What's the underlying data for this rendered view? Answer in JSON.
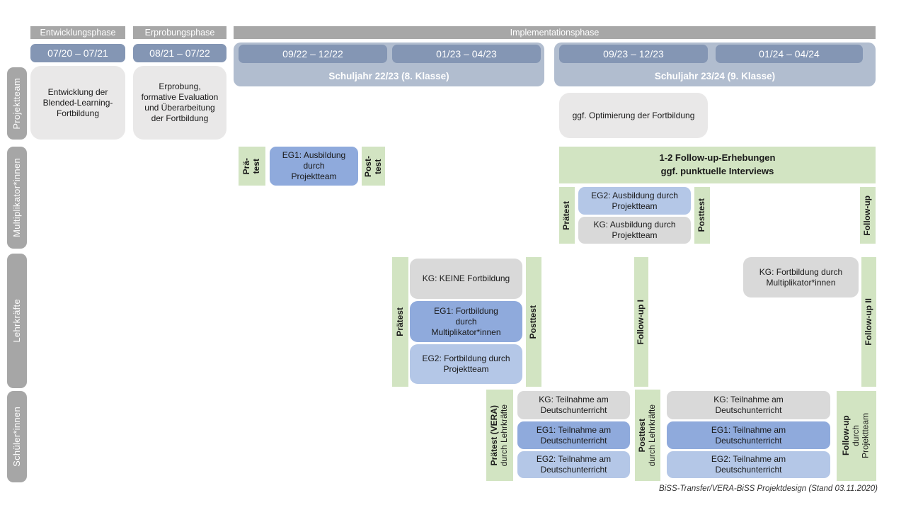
{
  "caption": "BiSS-Transfer/VERA-BiSS Projektdesign (Stand 03.11.2020)",
  "colors": {
    "phase_header": "#a7a7a7",
    "date_bar": "#8496b4",
    "school_year": "#b1bdcf",
    "sidebar": "#a6a6a6",
    "box_light": "#e9e8e8",
    "kg": "#d9d9d9",
    "eg1": "#8faadc",
    "eg2": "#b4c7e7",
    "green": "#d2e4c2",
    "text": "#1a1a1a"
  },
  "phases": {
    "development": "Entwicklungsphase",
    "testing": "Erprobungsphase",
    "implementation": "Implementationsphase"
  },
  "periods": {
    "p1": "07/20 – 07/21",
    "p2": "08/21 – 07/22",
    "p3": "09/22 – 12/22",
    "p4": "01/23 – 04/23",
    "p5": "09/23 – 12/23",
    "p6": "01/24 – 04/24"
  },
  "school_years": {
    "y1": "Schuljahr 22/23 (8. Klasse)",
    "y2": "Schuljahr 23/24 (9. Klasse)"
  },
  "row_labels": {
    "projektteam": "Projektteam",
    "multiplikatoren": "Multiplikator*innen",
    "lehrkraefte": "Lehrkräfte",
    "schueler": "Schüler*innen"
  },
  "projektteam": {
    "development": "Entwicklung der Blended-Learning-Fortbildung",
    "testing": "Erprobung, formative Evaluation und Überarbeitung der Fortbildung",
    "optimization": "ggf. Optimierung der Fortbildung"
  },
  "multiplikatoren": {
    "pretest1_l1": "Prä-",
    "pretest1_l2": "test",
    "eg1": "EG1: Ausbildung durch Projektteam",
    "posttest1_l1": "Post-",
    "posttest1_l2": "test",
    "followup_bar_l1": "1-2 Follow-up-Erhebungen",
    "followup_bar_l2": "ggf. punktuelle Interviews",
    "pretest2": "Prätest",
    "eg2": "EG2: Ausbildung durch Projektteam",
    "kg": "KG: Ausbildung durch Projektteam",
    "posttest2": "Posttest",
    "followup": "Follow-up"
  },
  "lehrkraefte": {
    "pretest": "Prätest",
    "kg1": "KG: KEINE Fortbildung",
    "eg1": "EG1: Fortbildung durch Multiplikator*innen",
    "eg2": "EG2: Fortbildung durch Projektteam",
    "posttest": "Posttest",
    "followup1": "Follow-up I",
    "kg2": "KG: Fortbildung durch Multiplikator*innen",
    "followup2": "Follow-up II"
  },
  "schueler": {
    "pretest_main": "Prätest (VERA)",
    "pretest_sub": "durch Lehrkräfte",
    "kg1": "KG: Teilnahme am Deutschunterricht",
    "eg1a": "EG1: Teilnahme am Deutschunterricht",
    "eg2a": "EG2: Teilnahme am Deutschunterricht",
    "posttest_main": "Posttest",
    "posttest_sub": "durch Lehrkräfte",
    "kg2": "KG: Teilnahme am Deutschunterricht",
    "eg1b": "EG1: Teilnahme am Deutschunterricht",
    "eg2b": "EG2: Teilnahme am Deutschunterricht",
    "followup_main": "Follow-up",
    "followup_sub1": "durch",
    "followup_sub2": "Projektteam"
  }
}
